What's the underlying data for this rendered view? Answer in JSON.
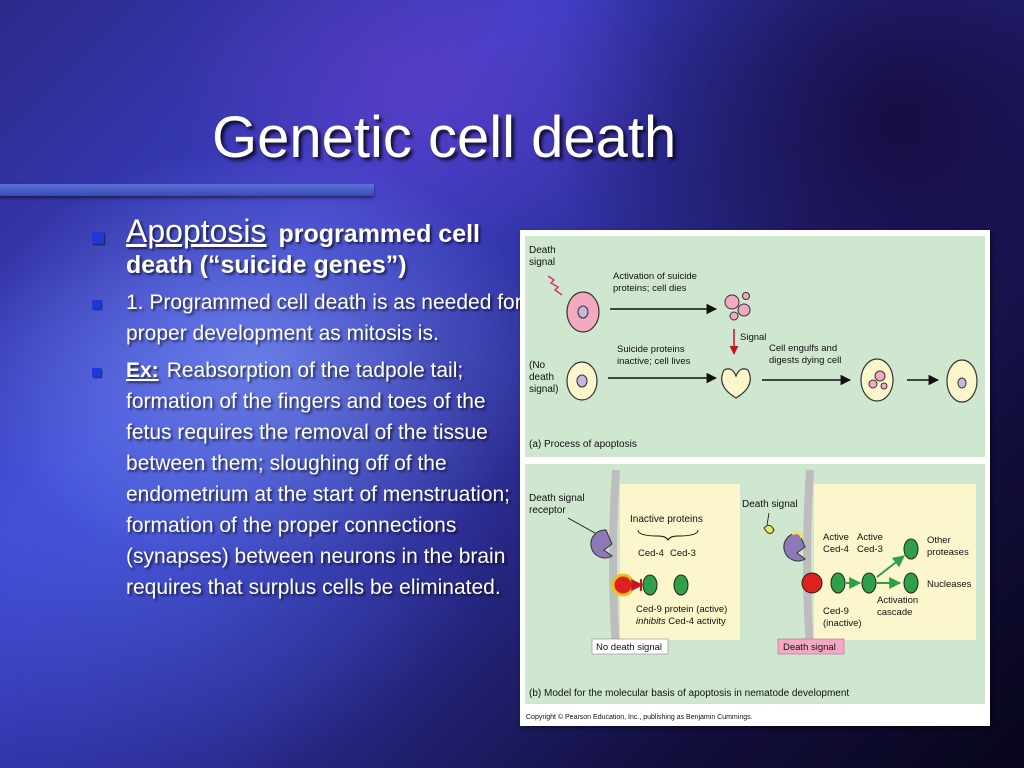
{
  "slide": {
    "title": "Genetic cell death"
  },
  "bullets": {
    "main": {
      "term": "Apoptosis",
      "definition": "programmed cell death (“suicide genes”)"
    },
    "point1": "1. Programmed cell death is as needed for proper development as mitosis is.",
    "point2": {
      "label": "Ex:",
      "text": "Reabsorption of the tadpole tail; formation of the fingers and toes of the fetus requires the removal of the tissue between them; sloughing off of the endometrium at the start of menstruation; formation of the proper connections (synapses) between neurons in the brain requires that surplus cells be eliminated."
    }
  },
  "figure": {
    "panel_a": {
      "death_signal_line1": "Death",
      "death_signal_line2": "signal",
      "activation_line1": "Activation of suicide",
      "activation_line2": "proteins; cell dies",
      "signal": "Signal",
      "engulfs_line1": "Cell engulfs and",
      "engulfs_line2": "digests dying cell",
      "suicide_line1": "Suicide proteins",
      "suicide_line2": "inactive; cell lives",
      "no_death_line1": "(No",
      "no_death_line2": "death",
      "no_death_line3": "signal)",
      "caption_letter": "(a)",
      "caption": "Process of apoptosis"
    },
    "panel_b": {
      "receptor_line1": "Death signal",
      "receptor_line2": "receptor",
      "inactive_proteins": "Inactive proteins",
      "ced4": "Ced-4",
      "ced3": "Ced-3",
      "ced9_line1": "Ced-9 protein (active)",
      "ced9_inhibits": "inhibits",
      "ced9_line2_rest": " Ced-4 activity",
      "no_death_signal": "No death signal",
      "death_signal": "Death signal",
      "active1_line1": "Active",
      "active1_line2": "Ced-4",
      "active2_line1": "Active",
      "active2_line2": "Ced-3",
      "other_line1": "Other",
      "other_line2": "proteases",
      "nucleases": "Nucleases",
      "activation_line1": "Activation",
      "activation_line2": "cascade",
      "ced9_inactive_line1": "Ced-9",
      "ced9_inactive_line2": "(inactive)",
      "death_signal_label": "Death signal",
      "caption_letter": "(b)",
      "caption": "Model for the molecular basis of apoptosis in nematode development"
    },
    "copyright": "Copyright © Pearson Education, Inc., publishing as Benjamin Cummings.",
    "colors": {
      "panel_bg": "#cfe6cf",
      "yellow_bg": "#fbf6cc",
      "cell_pink": "#f4a9c0",
      "ced_green": "#2fa04a",
      "ced9_red": "#e01f1f",
      "receptor_purple": "#8d79b7",
      "death_signal_pink": "#f3a9c6"
    }
  }
}
